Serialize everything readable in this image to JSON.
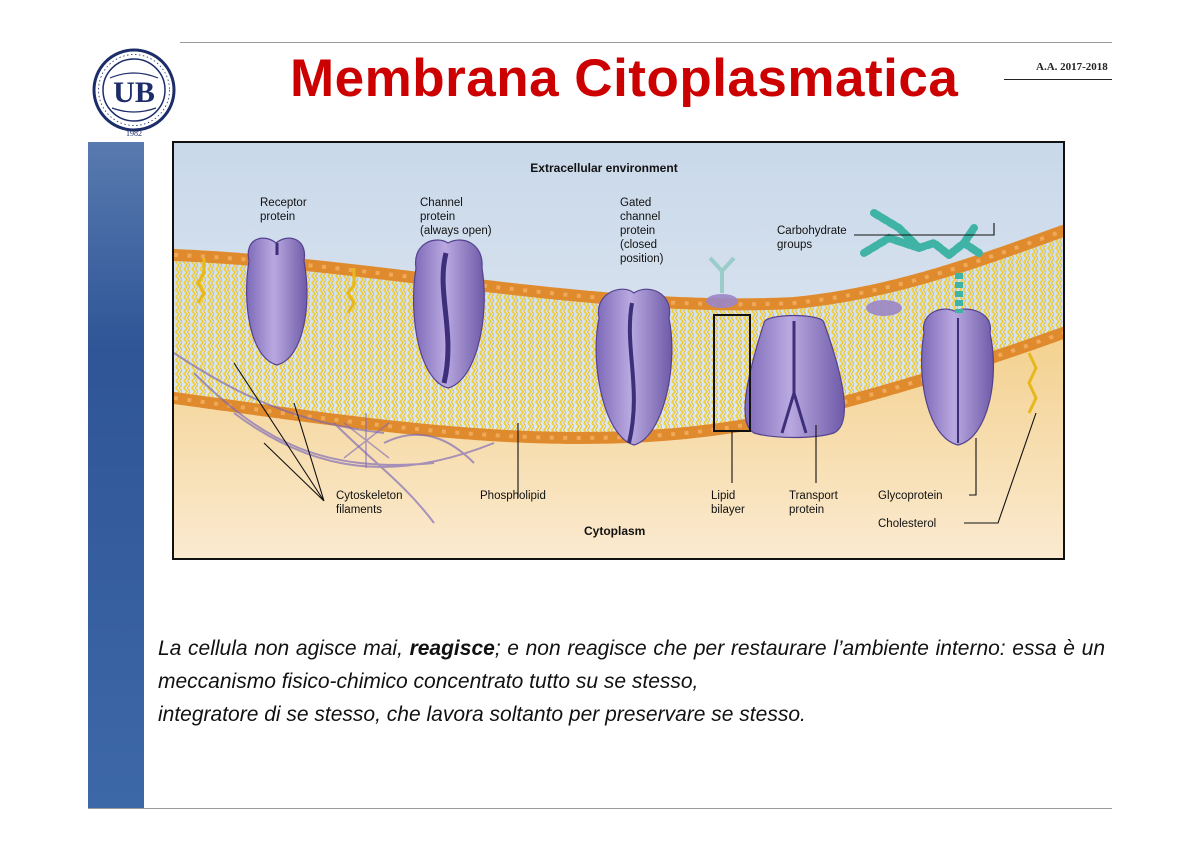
{
  "slide": {
    "title": "Membrana Citoplasmatica",
    "academic_year": "A.A. 2017-2018",
    "logo": {
      "type": "university-seal",
      "seal_text": "UNIVERSITÀ DEGLI STUDI DELLA BASILICATA",
      "initials": "UB",
      "year": "1982"
    }
  },
  "diagram": {
    "regions": {
      "top": "Extracellular environment",
      "bottom": "Cytoplasm"
    },
    "labels": {
      "receptor_protein": [
        "Receptor",
        "protein"
      ],
      "channel_protein": [
        "Channel",
        "protein",
        "(always open)"
      ],
      "gated_channel": [
        "Gated",
        "channel",
        "protein",
        "(closed",
        "position)"
      ],
      "carbohydrate": [
        "Carbohydrate",
        "groups"
      ],
      "cytoskeleton": [
        "Cytoskeleton",
        "filaments"
      ],
      "phospholipid": "Phospholipid",
      "lipid_bilayer": [
        "Lipid",
        "bilayer"
      ],
      "transport_protein": [
        "Transport",
        "protein"
      ],
      "glycoprotein": "Glycoprotein",
      "cholesterol": "Cholesterol"
    },
    "colors": {
      "protein": "#9a86c8",
      "protein_dark": "#4d3b8c",
      "lipid_head": "#e08a2e",
      "lipid_tail": "#f3d23a",
      "carbohydrate": "#3fb3a6",
      "cytoplasm": "#f7dfa6",
      "extracellular": "#c8d8ec"
    }
  },
  "quote": {
    "part1": "La cellula non agisce mai, ",
    "emphasis": "reagisce",
    "part2": "; e non reagisce che per restaurare l’ambiente interno: essa è un meccanismo fisico-chimico concentrato tutto su se stesso,",
    "part3": "integratore di se stesso, che lavora soltanto per preservare se stesso."
  }
}
